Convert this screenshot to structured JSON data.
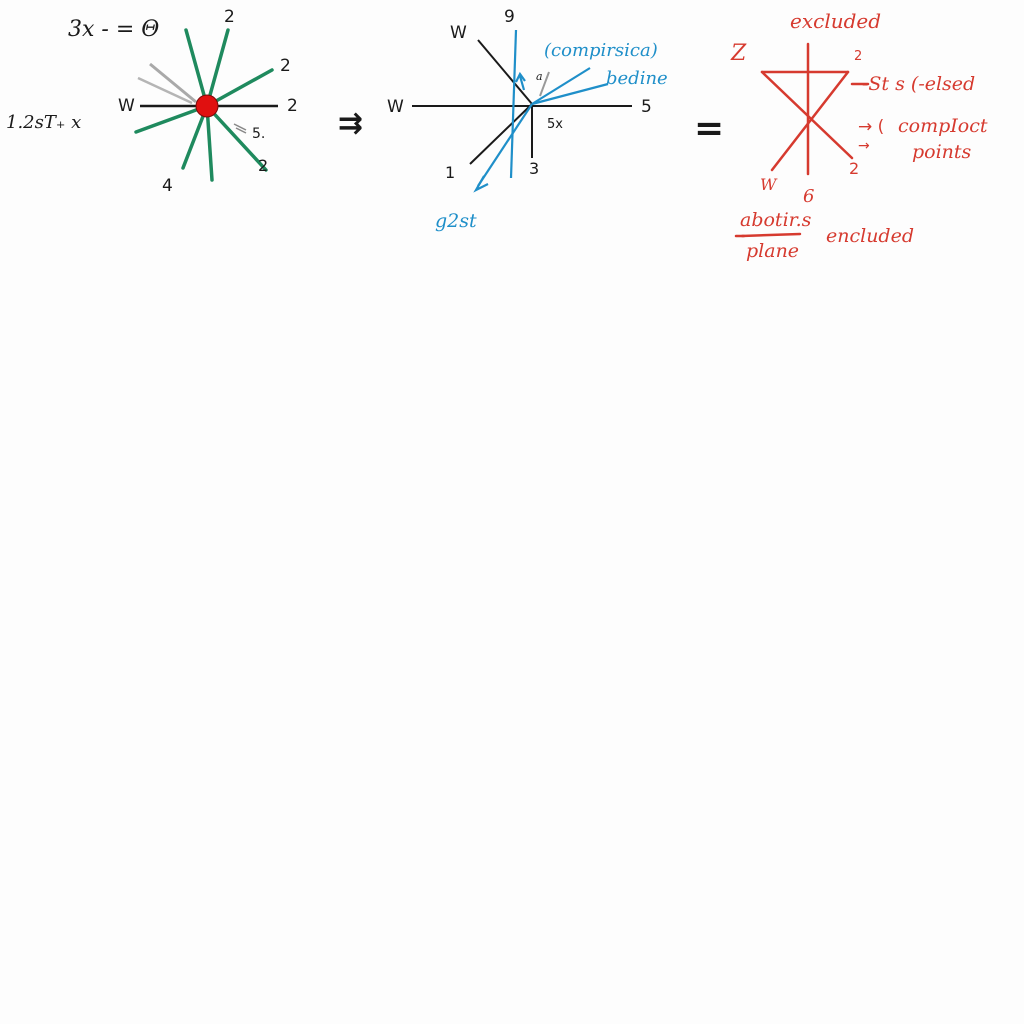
{
  "colors": {
    "ink": "#1a1a1a",
    "green": "#1f8a5e",
    "gray": "#a9a9a9",
    "red_dot": "#e01010",
    "blue": "#1f8fc9",
    "red": "#d63a2f"
  },
  "left_diagram": {
    "equation": "3x - = Θ",
    "side_note": "1.2sT₊ x",
    "labels": {
      "w": "W",
      "top": "2",
      "upper_right": "2",
      "right": "2",
      "lower_right_a": "5.",
      "lower_right_b": "2",
      "bottom_left": "4"
    }
  },
  "arrow_symbol": "⇉",
  "middle_diagram": {
    "labels": {
      "w_left": "W",
      "w_top": "W",
      "top": "9",
      "right": "5",
      "bottom_left": "1",
      "bottom": "3",
      "small_near": "5x",
      "arrow_tag": "a"
    },
    "annotations": {
      "top_note": "(compirsica)",
      "beline": "bedine",
      "bottom_note": "g2st"
    }
  },
  "equals_symbol": "=",
  "right_diagram": {
    "labels": {
      "top": "excluded",
      "left": "Z",
      "top_small": "2",
      "bottom_right": "2",
      "bottom_left": "W",
      "bottom": "6"
    },
    "annotations": {
      "right_top": "-St s (-elsed",
      "right_mid_arrow": "→ (",
      "right_mid_arrow2": "→",
      "right_mid": "compIoct",
      "right_mid2": "points",
      "fraction_num": "abotir.s",
      "fraction_den": "plane",
      "fraction_dash": "-",
      "bottom_right": "encluded"
    }
  }
}
